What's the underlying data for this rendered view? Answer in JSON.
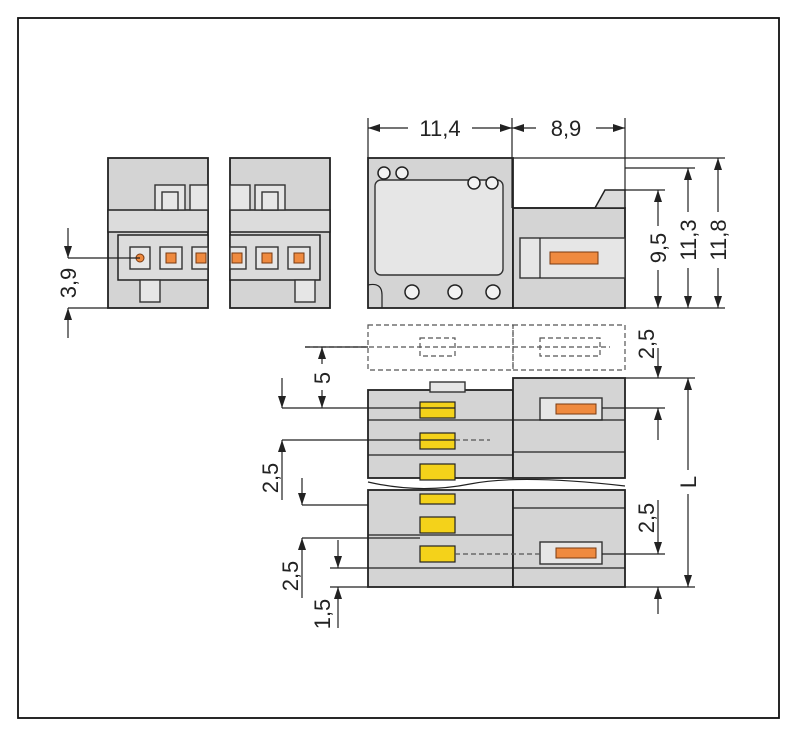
{
  "dimensions": {
    "top_width_left": "11,4",
    "top_width_right": "8,9",
    "height_inner": "9,5",
    "height_mid": "11,3",
    "height_total": "11,8",
    "pin_offset": "3,9",
    "top_offset": "2,5",
    "offset_5": "5",
    "pitch_a": "2,5",
    "pitch_b": "2,5",
    "pitch_c": "2,5",
    "bottom_offset": "1,5",
    "length": "L"
  },
  "colors": {
    "housing": "#d4d4d4",
    "contact_yellow": "#f4d21a",
    "contact_orange": "#ef8a3f",
    "border": "#222222"
  }
}
